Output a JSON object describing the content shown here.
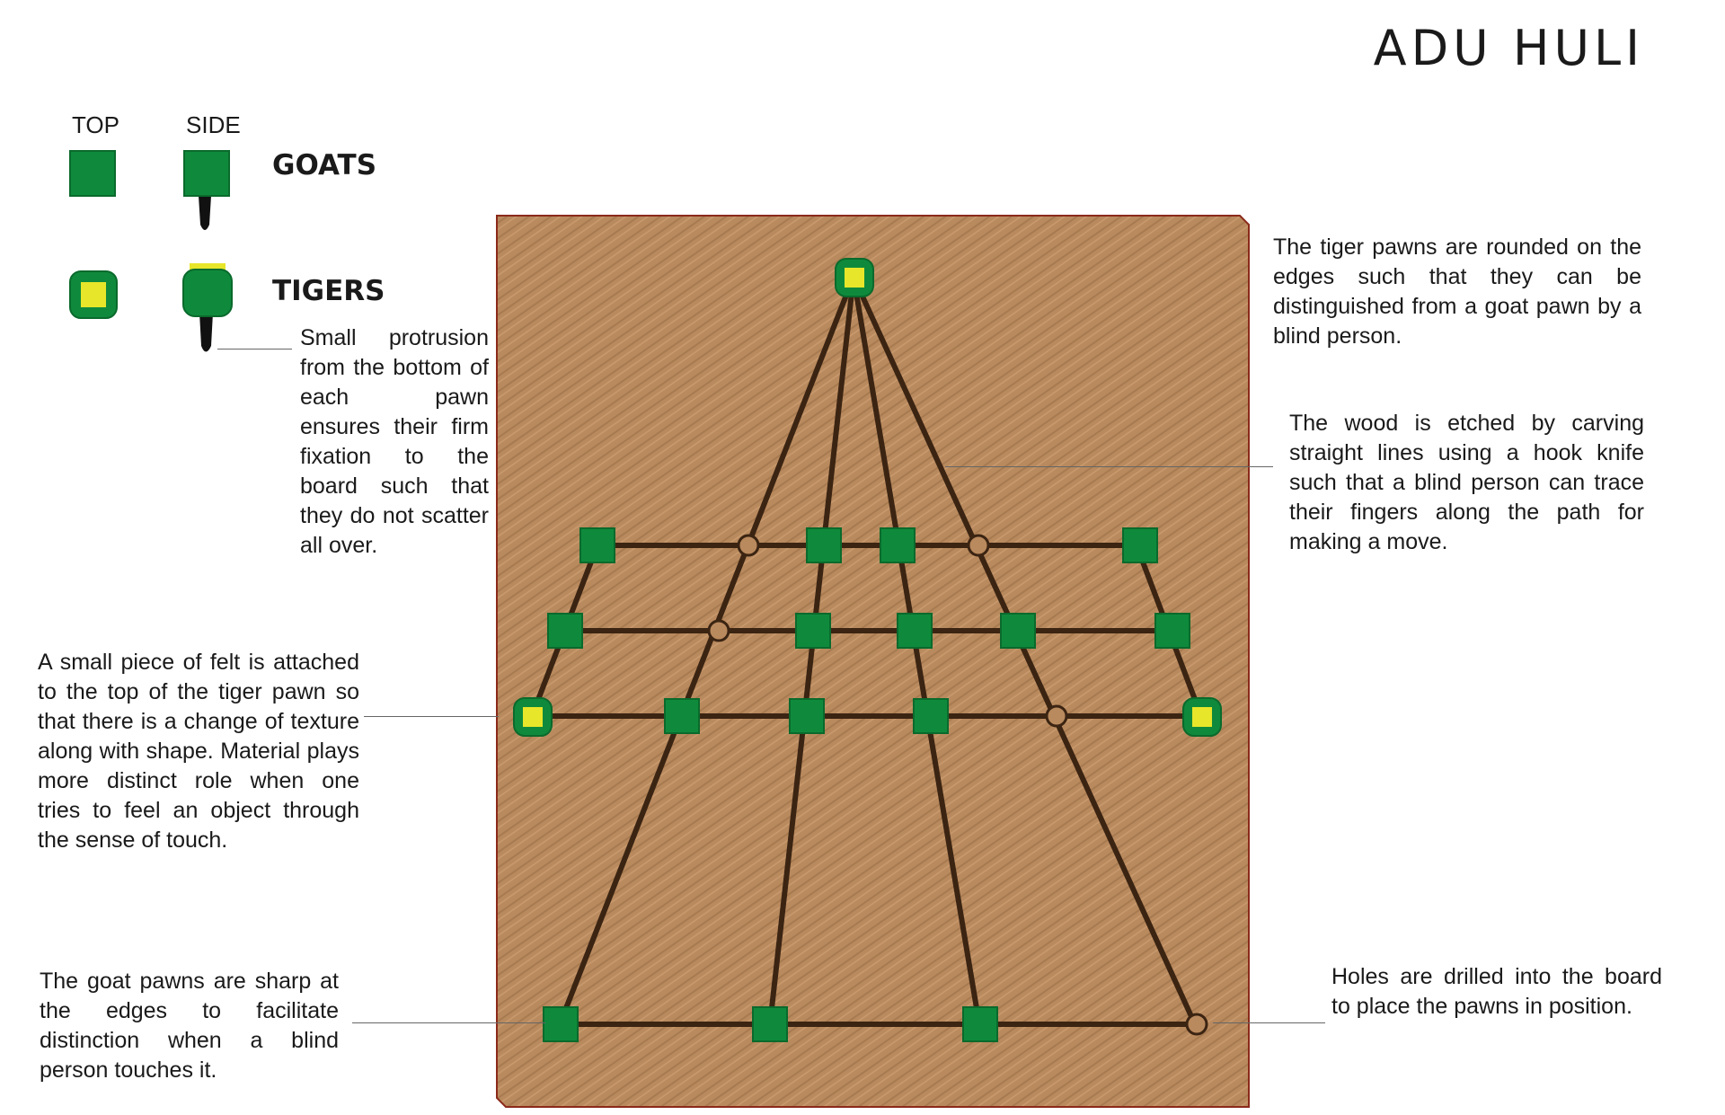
{
  "title": "ADU HULI",
  "legend": {
    "top_label": "TOP",
    "side_label": "SIDE",
    "goats_label": "GOATS",
    "tigers_label": "TIGERS"
  },
  "notes": {
    "protrusion": "Small protrusion from the bottom of each pawn ensures their firm fixation to the board such that they do not scatter all over.",
    "felt": "A small piece of felt is attached to the top of the tiger pawn so that there is a change of texture along with shape. Material plays more distinct role when one tries to feel an object through the sense of touch.",
    "goat_pawns": "The goat pawns are sharp at the edges to facilitate distinction when a blind person touches it.",
    "tiger_pawns": "The tiger pawns are rounded on the edges such that they can be distinguished from a goat pawn by a blind person.",
    "wood": "The wood is etched by carving straight lines using a hook knife such that a blind person can trace their fingers along the path for making a move.",
    "holes": "Holes are drilled into the board to place the pawns in position."
  },
  "colors": {
    "board": "#b98a5e",
    "board_border": "#8b2a1a",
    "line": "#3b2412",
    "pawn_green": "#0f8a3c",
    "pawn_dark_green": "#0a6a2c",
    "felt_yellow": "#e8e62a",
    "peg_black": "#111111",
    "leader_gray": "#666666"
  },
  "icons": {
    "goat_top": "green-square-icon",
    "goat_side": "green-square-with-peg-icon",
    "tiger_top": "rounded-green-square-with-yellow-felt-icon",
    "tiger_side": "rounded-green-with-yellow-top-and-peg-icon",
    "hole": "empty-hole-circle-icon"
  },
  "board": {
    "apex": "tiger",
    "row1": [
      "goat",
      "hole",
      "goat",
      "goat",
      "hole",
      "goat"
    ],
    "row2": [
      "goat",
      "hole",
      "goat",
      "goat",
      "goat",
      "goat"
    ],
    "row3": [
      "tiger",
      "goat",
      "goat",
      "goat",
      "hole",
      "tiger"
    ],
    "row4": [
      "goat",
      "goat",
      "goat",
      "hole"
    ]
  }
}
